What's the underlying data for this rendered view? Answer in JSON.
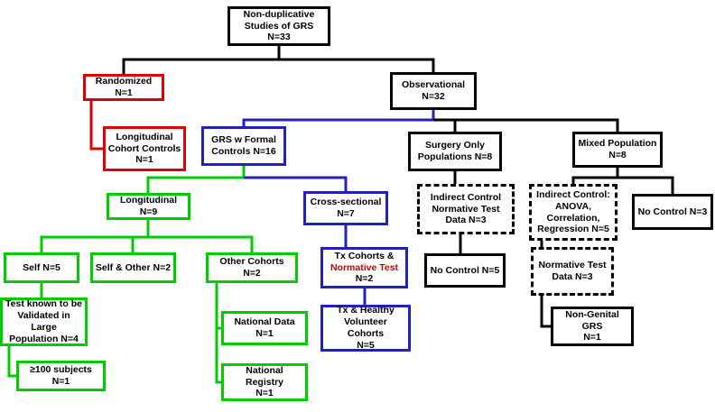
{
  "diagram_title": "Non-duplicative Studies of GRS flow diagram",
  "colors": {
    "black": "#000000",
    "red": "#dd0000",
    "green": "#00cc00",
    "blue": "#2222bb",
    "highlight_text_red": "#cc0000"
  },
  "nodes": {
    "root": {
      "label": "Non-duplicative\nStudies of GRS N=33",
      "color": "black"
    },
    "randomized": {
      "label": "Randomized N=1",
      "color": "red"
    },
    "observational": {
      "label": "Observational\nN=32",
      "color": "black"
    },
    "long_cohort": {
      "label": "Longitudinal\nCohort Controls\nN=1",
      "color": "red"
    },
    "grs_formal": {
      "label": "GRS w Formal\nControls N=16",
      "color": "blue"
    },
    "surgery": {
      "label": "Surgery Only\nPopulations N=8",
      "color": "black"
    },
    "mixed": {
      "label": "Mixed Population\nN=8",
      "color": "black"
    },
    "longitudinal": {
      "label": "Longitudinal N=9",
      "color": "green"
    },
    "cross_sectional": {
      "label": "Cross-sectional\nN=7",
      "color": "blue"
    },
    "indirect_surgery": {
      "label": "Indirect Control\nNormative Test\nData N=3",
      "color": "black-dashed"
    },
    "indirect_mixed": {
      "label": "Indirect Control:\nANOVA,\nCorrelation,\nRegression N=5",
      "color": "black-dashed"
    },
    "no_control3": {
      "label": "No Control N=3",
      "color": "black"
    },
    "self": {
      "label": "Self N=5",
      "color": "green"
    },
    "self_other": {
      "label": "Self & Other N=2",
      "color": "green"
    },
    "other_cohorts": {
      "label": "Other Cohorts N=2",
      "color": "green"
    },
    "tx_cohorts": {
      "line1": "Tx Cohorts &",
      "line2": "Normative Test",
      "line3": "N=2",
      "color": "blue"
    },
    "no_control5": {
      "label": "No Control N=5",
      "color": "black"
    },
    "normative_mixed": {
      "label": "Normative Test\nData N=3",
      "color": "black-dashed"
    },
    "test_known": {
      "label": "Test known to be\nValidated in Large\nPopulation N=4",
      "color": "green"
    },
    "national_data": {
      "label": "National Data N=1",
      "color": "green"
    },
    "tx_healthy": {
      "label": "Tx & Healthy\nVolunteer Cohorts\nN=5",
      "color": "blue"
    },
    "non_genital": {
      "label": "Non-Genital GRS\nN=1",
      "color": "black"
    },
    "subjects100": {
      "label": "≥100 subjects N=1",
      "color": "green"
    },
    "national_registry": {
      "label": "National Registry\nN=1",
      "color": "green"
    }
  }
}
